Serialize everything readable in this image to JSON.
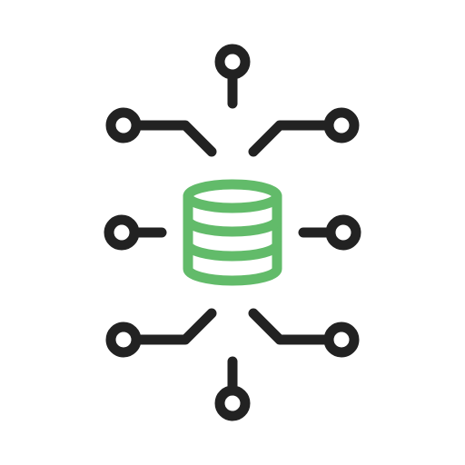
{
  "icon": {
    "name": "database-network-icon",
    "colors": {
      "background": "#ffffff",
      "connector": "#222222",
      "database": "#62bb6a"
    },
    "connectors": [
      "connector-top",
      "connector-top-left",
      "connector-top-right",
      "connector-left",
      "connector-right",
      "connector-bottom-left",
      "connector-bottom-right",
      "connector-bottom"
    ]
  }
}
